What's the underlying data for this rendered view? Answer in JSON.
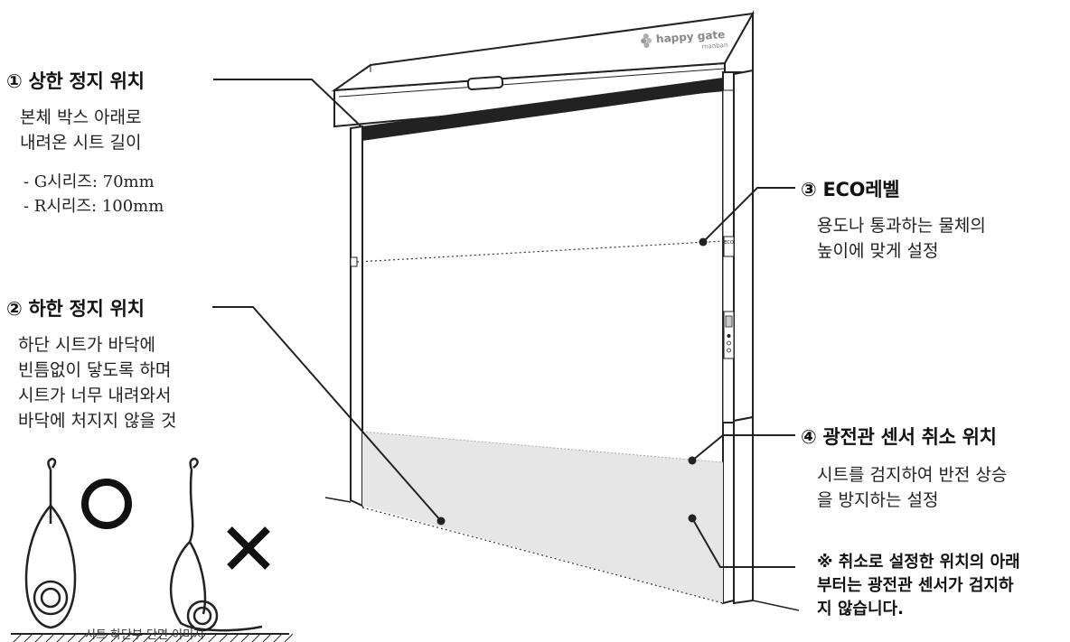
{
  "callouts": {
    "upper": {
      "title": "① 상한 정지 위치",
      "desc": [
        "본체 박스 아래로",
        "내려온 시트 길이"
      ],
      "specs": [
        "- G시리즈: 70mm",
        "- R시리즈: 100mm"
      ]
    },
    "lower": {
      "title": "② 하한 정지 위치",
      "desc": [
        "하단 시트가 바닥에",
        "빈틈없이 닿도록 하며",
        "시트가 너무 내려와서",
        "바닥에 처지지 않을 것"
      ]
    },
    "eco": {
      "title": "③ ECO레벨",
      "desc": [
        "용도나 통과하는 물체의",
        "높이에 맞게 설정"
      ]
    },
    "sensor": {
      "title": "④ 광전관 센서 취소 위치",
      "desc": [
        "시트를 검지하여 반전 상승",
        "을 방지하는 설정"
      ],
      "note": [
        "※ 취소로 설정한 위치의 아래",
        "부터는 광전관 센서가 검지하",
        "지 않습니다."
      ]
    }
  },
  "logo": {
    "brand": "happy gate",
    "sub": "manban"
  },
  "eco_tag": "ECO",
  "illustration": {
    "ok_symbol": "O",
    "ng_symbol": "X",
    "caption": "시트 하단부 단면 이미지"
  }
}
